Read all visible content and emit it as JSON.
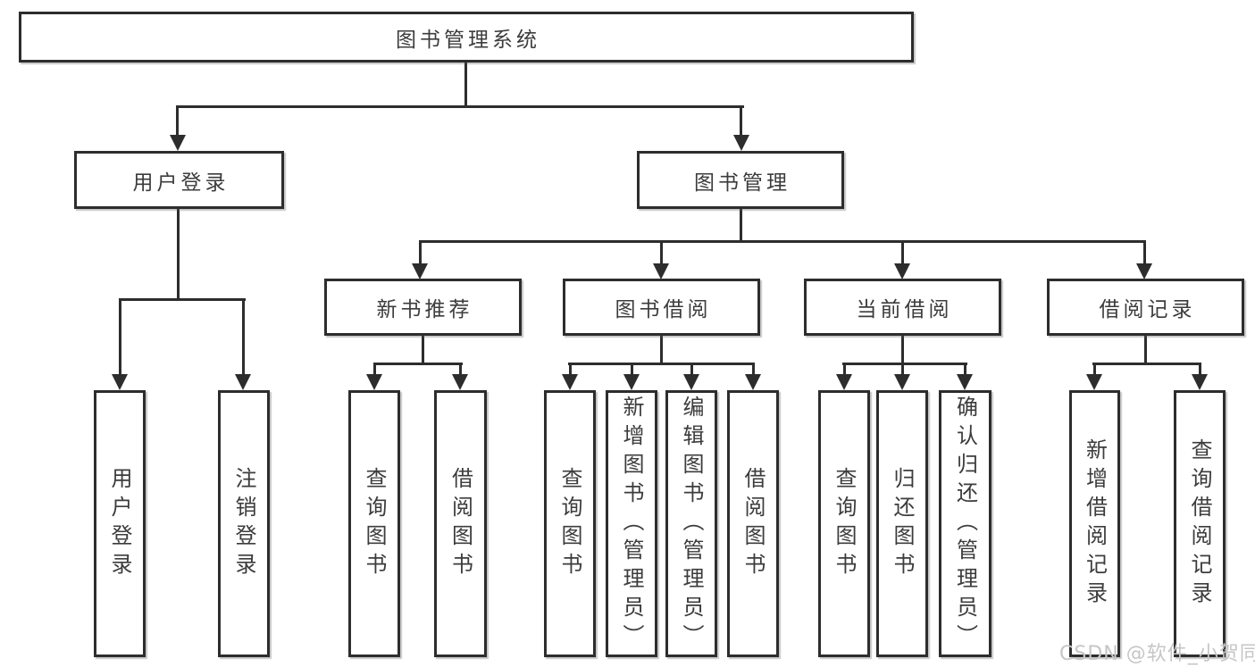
{
  "chart": {
    "type": "org-tree-diagram",
    "root": "图书管理系统",
    "branches": [
      {
        "label": "用户登录",
        "children": [
          "用户登录",
          "注销登录"
        ]
      },
      {
        "label": "图书管理",
        "groups": [
          {
            "label": "新书推荐",
            "children": [
              "查询图书",
              "借阅图书"
            ]
          },
          {
            "label": "图书借阅",
            "children": [
              "查询图书",
              "新增图书（管理员）",
              "编辑图书（管理员）",
              "借阅图书"
            ]
          },
          {
            "label": "当前借阅",
            "children": [
              "查询图书",
              "归还图书",
              "确认归还（管理员）"
            ]
          },
          {
            "label": "借阅记录",
            "children": [
              "新增借阅记录",
              "查询借阅记录"
            ]
          }
        ]
      }
    ]
  },
  "watermark": "CSDN @软件_小贺同学",
  "colors": {
    "line": "#2d2d2d",
    "text": "#3c3c3c",
    "background": "#ffffff",
    "watermark": "#c6c6c6"
  }
}
